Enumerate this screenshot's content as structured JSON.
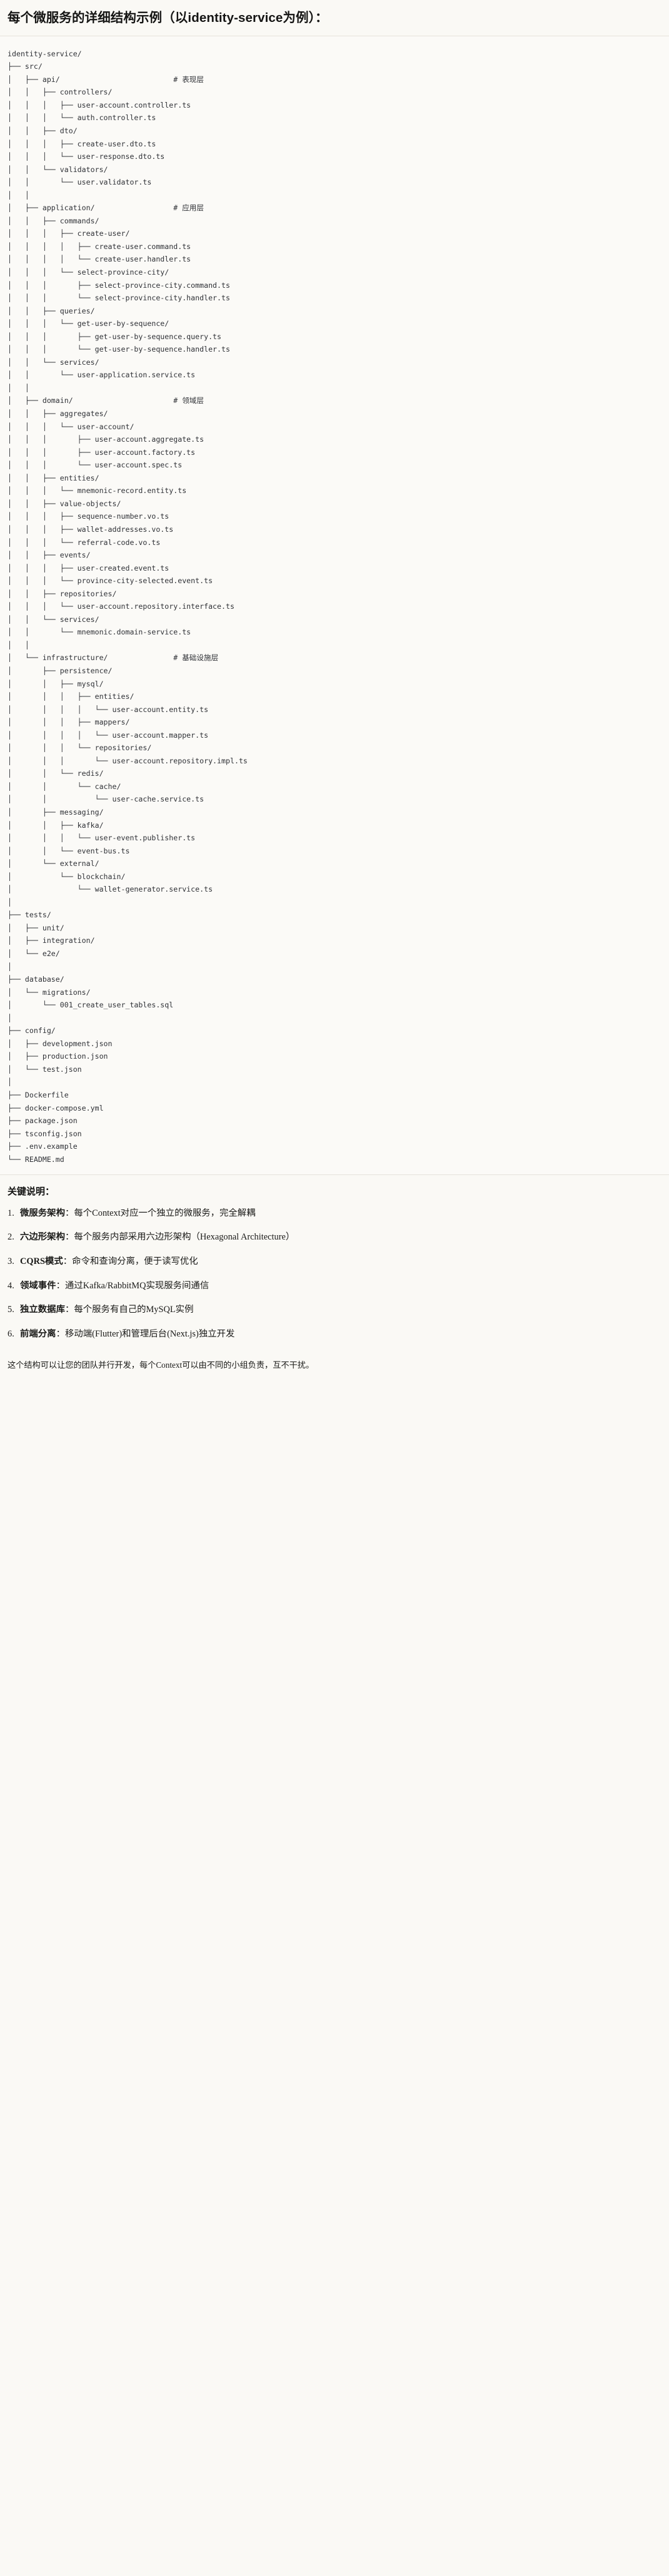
{
  "heading": {
    "prefix_cjk": "每个微服务的详细结构示例",
    "paren": "（以identity-service为例）：",
    "full": "每个微服务的详细结构示例（以identity-service为例）："
  },
  "code_block": {
    "language": "text",
    "root": "identity-service/",
    "comments": {
      "api": "# 表现层",
      "application": "# 应用层",
      "domain": "# 领域层",
      "infrastructure": "# 基础设施层"
    },
    "lines": [
      "identity-service/",
      "├── src/",
      "│   ├── api/                          # 表现层",
      "│   │   ├── controllers/",
      "│   │   │   ├── user-account.controller.ts",
      "│   │   │   └── auth.controller.ts",
      "│   │   ├── dto/",
      "│   │   │   ├── create-user.dto.ts",
      "│   │   │   └── user-response.dto.ts",
      "│   │   └── validators/",
      "│   │       └── user.validator.ts",
      "│   │",
      "│   ├── application/                  # 应用层",
      "│   │   ├── commands/",
      "│   │   │   ├── create-user/",
      "│   │   │   │   ├── create-user.command.ts",
      "│   │   │   │   └── create-user.handler.ts",
      "│   │   │   └── select-province-city/",
      "│   │   │       ├── select-province-city.command.ts",
      "│   │   │       └── select-province-city.handler.ts",
      "│   │   ├── queries/",
      "│   │   │   └── get-user-by-sequence/",
      "│   │   │       ├── get-user-by-sequence.query.ts",
      "│   │   │       └── get-user-by-sequence.handler.ts",
      "│   │   └── services/",
      "│   │       └── user-application.service.ts",
      "│   │",
      "│   ├── domain/                       # 领域层",
      "│   │   ├── aggregates/",
      "│   │   │   └── user-account/",
      "│   │   │       ├── user-account.aggregate.ts",
      "│   │   │       ├── user-account.factory.ts",
      "│   │   │       └── user-account.spec.ts",
      "│   │   ├── entities/",
      "│   │   │   └── mnemonic-record.entity.ts",
      "│   │   ├── value-objects/",
      "│   │   │   ├── sequence-number.vo.ts",
      "│   │   │   ├── wallet-addresses.vo.ts",
      "│   │   │   └── referral-code.vo.ts",
      "│   │   ├── events/",
      "│   │   │   ├── user-created.event.ts",
      "│   │   │   └── province-city-selected.event.ts",
      "│   │   ├── repositories/",
      "│   │   │   └── user-account.repository.interface.ts",
      "│   │   └── services/",
      "│   │       └── mnemonic.domain-service.ts",
      "│   │",
      "│   └── infrastructure/               # 基础设施层",
      "│       ├── persistence/",
      "│       │   ├── mysql/",
      "│       │   │   ├── entities/",
      "│       │   │   │   └── user-account.entity.ts",
      "│       │   │   ├── mappers/",
      "│       │   │   │   └── user-account.mapper.ts",
      "│       │   │   └── repositories/",
      "│       │   │       └── user-account.repository.impl.ts",
      "│       │   └── redis/",
      "│       │       └── cache/",
      "│       │           └── user-cache.service.ts",
      "│       ├── messaging/",
      "│       │   ├── kafka/",
      "│       │   │   └── user-event.publisher.ts",
      "│       │   └── event-bus.ts",
      "│       └── external/",
      "│           └── blockchain/",
      "│               └── wallet-generator.service.ts",
      "│",
      "├── tests/",
      "│   ├── unit/",
      "│   ├── integration/",
      "│   └── e2e/",
      "│",
      "├── database/",
      "│   └── migrations/",
      "│       └── 001_create_user_tables.sql",
      "│",
      "├── config/",
      "│   ├── development.json",
      "│   ├── production.json",
      "│   └── test.json",
      "│",
      "├── Dockerfile",
      "├── docker-compose.yml",
      "├── package.json",
      "├── tsconfig.json",
      "├── .env.example",
      "└── README.md"
    ]
  },
  "keypoints": {
    "title": "关键说明：",
    "items": [
      {
        "term": "微服务架构",
        "sep": "：",
        "desc": "每个Context对应一个独立的微服务，完全解耦"
      },
      {
        "term": "六边形架构",
        "sep": "：",
        "desc": "每个服务内部采用六边形架构（Hexagonal Architecture）"
      },
      {
        "term": "CQRS模式",
        "sep": "：",
        "desc": "命令和查询分离，便于读写优化"
      },
      {
        "term": "领域事件",
        "sep": "：",
        "desc": "通过Kafka/RabbitMQ实现服务间通信"
      },
      {
        "term": "独立数据库",
        "sep": "：",
        "desc": "每个服务有自己的MySQL实例"
      },
      {
        "term": "前端分离",
        "sep": "：",
        "desc": "移动端(Flutter)和管理后台(Next.js)独立开发"
      }
    ]
  },
  "footer_note": "这个结构可以让您的团队并行开发，每个Context可以由不同的小组负责，互不干扰。",
  "colors": {
    "page_bg": "#faf9f5",
    "code_bg": "#fbfaf7",
    "divider": "#e6e3db",
    "text": "#1a1a18",
    "code_text": "#2f3136"
  }
}
